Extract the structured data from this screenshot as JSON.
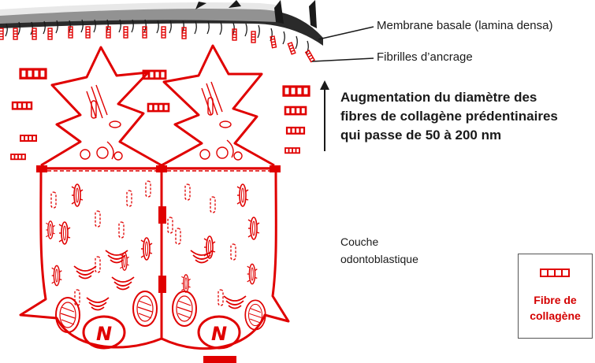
{
  "labels": {
    "membrane": "Membrane basale (lamina densa)",
    "fibrilles": "Fibrilles d’ancrage",
    "augmentation_line1": "Augmentation du diamètre des",
    "augmentation_line2": "fibres de collagène prédentinaires",
    "augmentation_line3": "qui passe de 50 à 200 nm",
    "couche_line1": "Couche",
    "couche_line2": "odontoblastique"
  },
  "legend": {
    "line1": "Fibre de",
    "line2": "collagène"
  },
  "cells": {
    "nucleus_letter": "N"
  },
  "colors": {
    "red": "#e00000",
    "dark": "#1a1a1a"
  }
}
